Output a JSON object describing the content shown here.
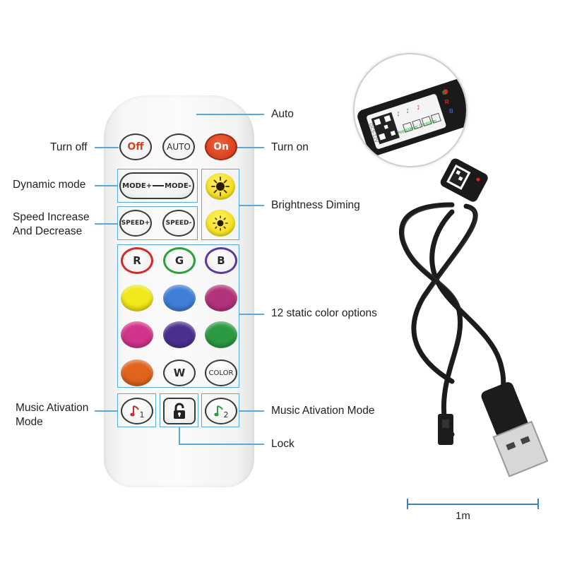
{
  "remote": {
    "buttons": {
      "off": "Off",
      "auto": "AUTO",
      "on": "On",
      "mode_plus": "MODE+",
      "mode_minus": "MODE-",
      "speed_plus": "SPEED+",
      "speed_minus": "SPEED-",
      "r": "R",
      "g": "G",
      "b": "B",
      "w": "W",
      "color": "COLOR",
      "music1_sub": "1",
      "music2_sub": "2"
    },
    "static_colors": [
      "#f2e81a",
      "#3f7fd8",
      "#b3337a",
      "#d2338c",
      "#4a2f8e",
      "#2c9a43",
      "#e0641c"
    ],
    "rgb_ring_colors": {
      "r": "#d22a2a",
      "g": "#2aa03a",
      "b": "#5a3a9a"
    }
  },
  "labels": {
    "auto": "Auto",
    "turn_off": "Turn off",
    "turn_on": "Turn on",
    "dynamic_mode": "Dynamic mode",
    "speed_line1": "Speed Increase",
    "speed_line2": "And Decrease",
    "brightness": "Brightness Diming",
    "static_colors": "12 static color options",
    "music_left_line1": "Music Ativation",
    "music_left_line2": "Mode",
    "music_right": "Music Ativation Mode",
    "lock": "Lock"
  },
  "controller": {
    "label_text": "App&Music Controller",
    "voltage": "DC5-12V",
    "letters": [
      "G",
      "R",
      "B"
    ]
  },
  "cable_length": "1m",
  "colors": {
    "callout": "#5aa8e0",
    "ruler": "#3a82c4",
    "red_button": "#d8401f"
  }
}
